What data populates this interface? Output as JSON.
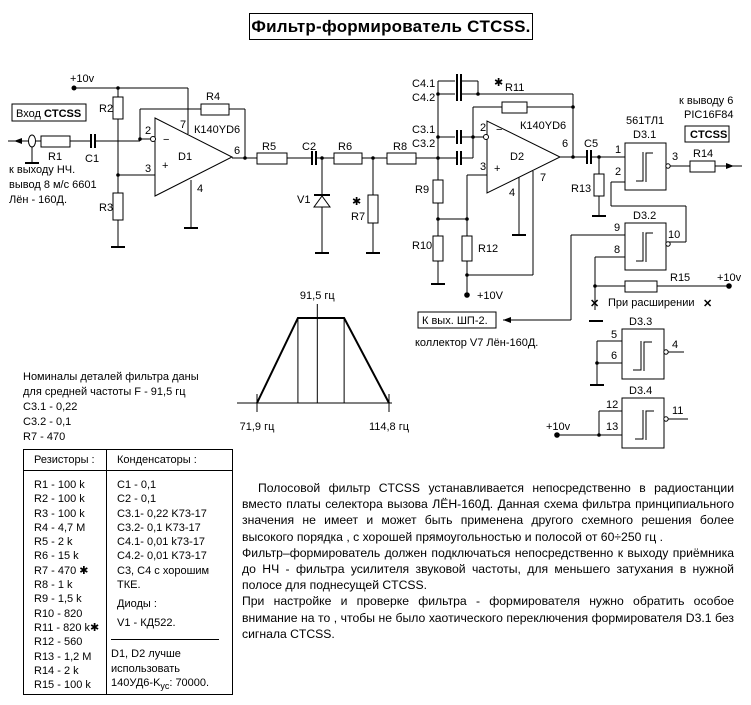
{
  "title": "Фильтр-формирователь  CTCSS.",
  "schematic": {
    "input_label": {
      "text_normal": "Вход ",
      "text_bold": "CTCSS"
    },
    "input_note": [
      "к  выходу  НЧ.",
      "вывод 8 м/с 6601",
      "Лён - 160Д."
    ],
    "power_labels": {
      "vcc_top": "+10v",
      "vcc_d2": "+10V",
      "vcc_r15": "+10v",
      "vcc_d34": "+10v"
    },
    "components": {
      "R1": "R1",
      "R2": "R2",
      "R3": "R3",
      "R4": "R4",
      "R5": "R5",
      "R6": "R6",
      "R7": "R7",
      "R8": "R8",
      "R9": "R9",
      "R10": "R10",
      "R11": "R11",
      "R12": "R12",
      "R13": "R13",
      "R14": "R14",
      "R15": "R15",
      "C1": "C1",
      "C2": "C2",
      "C3_1": "C3.1",
      "C3_2": "C3.2",
      "C4_1": "C4.1",
      "C4_2": "C4.2",
      "C5": "C5",
      "V1": "V1",
      "D1": "D1",
      "D2": "D2",
      "D3_1": "D3.1",
      "D3_2": "D3.2",
      "D3_3": "D3.3",
      "D3_4": "D3.4",
      "opamp_type": "К140YD6",
      "trigger_type": "561ТЛ1",
      "star": "✱"
    },
    "pins": {
      "d1": [
        "2",
        "3",
        "7",
        "6",
        "4"
      ],
      "d2": [
        "2",
        "3",
        "6",
        "7",
        "4"
      ],
      "d31": [
        "1",
        "2",
        "3"
      ],
      "d32": [
        "9",
        "8",
        "10"
      ],
      "d33": [
        "5",
        "6",
        "4"
      ],
      "d34": [
        "12",
        "13",
        "11"
      ],
      "minus": "−",
      "plus": "+"
    },
    "output_note": [
      "к  выводу 6",
      "PIC16F84"
    ],
    "output_label": "CTCSS",
    "expansion_note": "При расширении",
    "shp_label": "К  вых. ШП-2.",
    "collector_note": "коллектор  V7 Лён-160Д."
  },
  "chart_data": {
    "type": "line",
    "title": "",
    "description": "Trapezoidal band-pass response of CTCSS filter",
    "center_label": "91,5 гц",
    "low_label": "71,9 гц",
    "high_label": "114,8 гц",
    "x": [
      71.9,
      91.5,
      114.8
    ],
    "center_frequency": 91.5,
    "band": [
      71.9,
      114.8
    ],
    "xlabel": "",
    "ylabel": ""
  },
  "notes": {
    "lines": [
      "Номиналы  деталей  фильтра  даны",
      "для  средней  частоты    F - 91,5 гц",
      "C3.1 - 0,22",
      "C3.2 - 0,1",
      "R7 - 470"
    ]
  },
  "parts_table": {
    "resistors_header": "Резисторы :",
    "capacitors_header": "Конденсаторы :",
    "resistors": [
      "R1   - 100 k",
      "R2   - 100 k",
      "R3   - 100 k",
      "R4   - 4,7 M",
      "R5   - 2 k",
      "R6   - 15 k",
      "R7  - 470 ✱",
      "R8   - 1 k",
      "R9   - 1,5 k",
      "R10 - 820",
      "R11 - 820 k✱",
      "R12 - 560",
      "R13 - 1,2 M",
      "R14 - 2 k",
      "R15 - 100 k"
    ],
    "capacitors": [
      "C1   - 0,1",
      "C2   - 0,1",
      "C3.1- 0,22  K73-17",
      "C3.2- 0,1    K73-17",
      "C4.1- 0,01  k73-17",
      "C4.2- 0,01  K73-17",
      "C3, C4 с хорошим",
      "ТКЕ."
    ],
    "diodes_header": "Диоды :",
    "diodes": [
      "V1 - КД522."
    ],
    "recommendation": [
      "D1, D2  лучше",
      "использовать",
      "140УД6-K"
    ],
    "recommendation_sub": "ус",
    "recommendation_tail": ": 70000."
  },
  "description": {
    "paragraphs": [
      "Полосовой  фильтр CTCSS устанавливается  непосредственно  в  радиостанции  вместо  платы  селектора  вызова  ЛЁН-160Д.  Данная  схема  фильтра принципиального  значения  не  имеет  и  может  быть применена другого  схемного  решения  более  высокого  порядка ,  с  хорошей  прямоугольностью  и полосой  от  60÷250  гц .",
      "Фильтр–формирователь  должен  подключаться  непосредственно  к  выходу приёмника  до  НЧ - фильтра  усилителя  звуковой  частоты, для  меньшего  затухания  в  нужной  полосе  для  поднесущей CTCSS.",
      "При  настройке  и  проверке  фильтра - формирователя  нужно  обратить  особое внимание  на  то ,  чтобы  не  было  хаотического переключения формирователя D3.1  без  сигнала  CTCSS."
    ]
  }
}
